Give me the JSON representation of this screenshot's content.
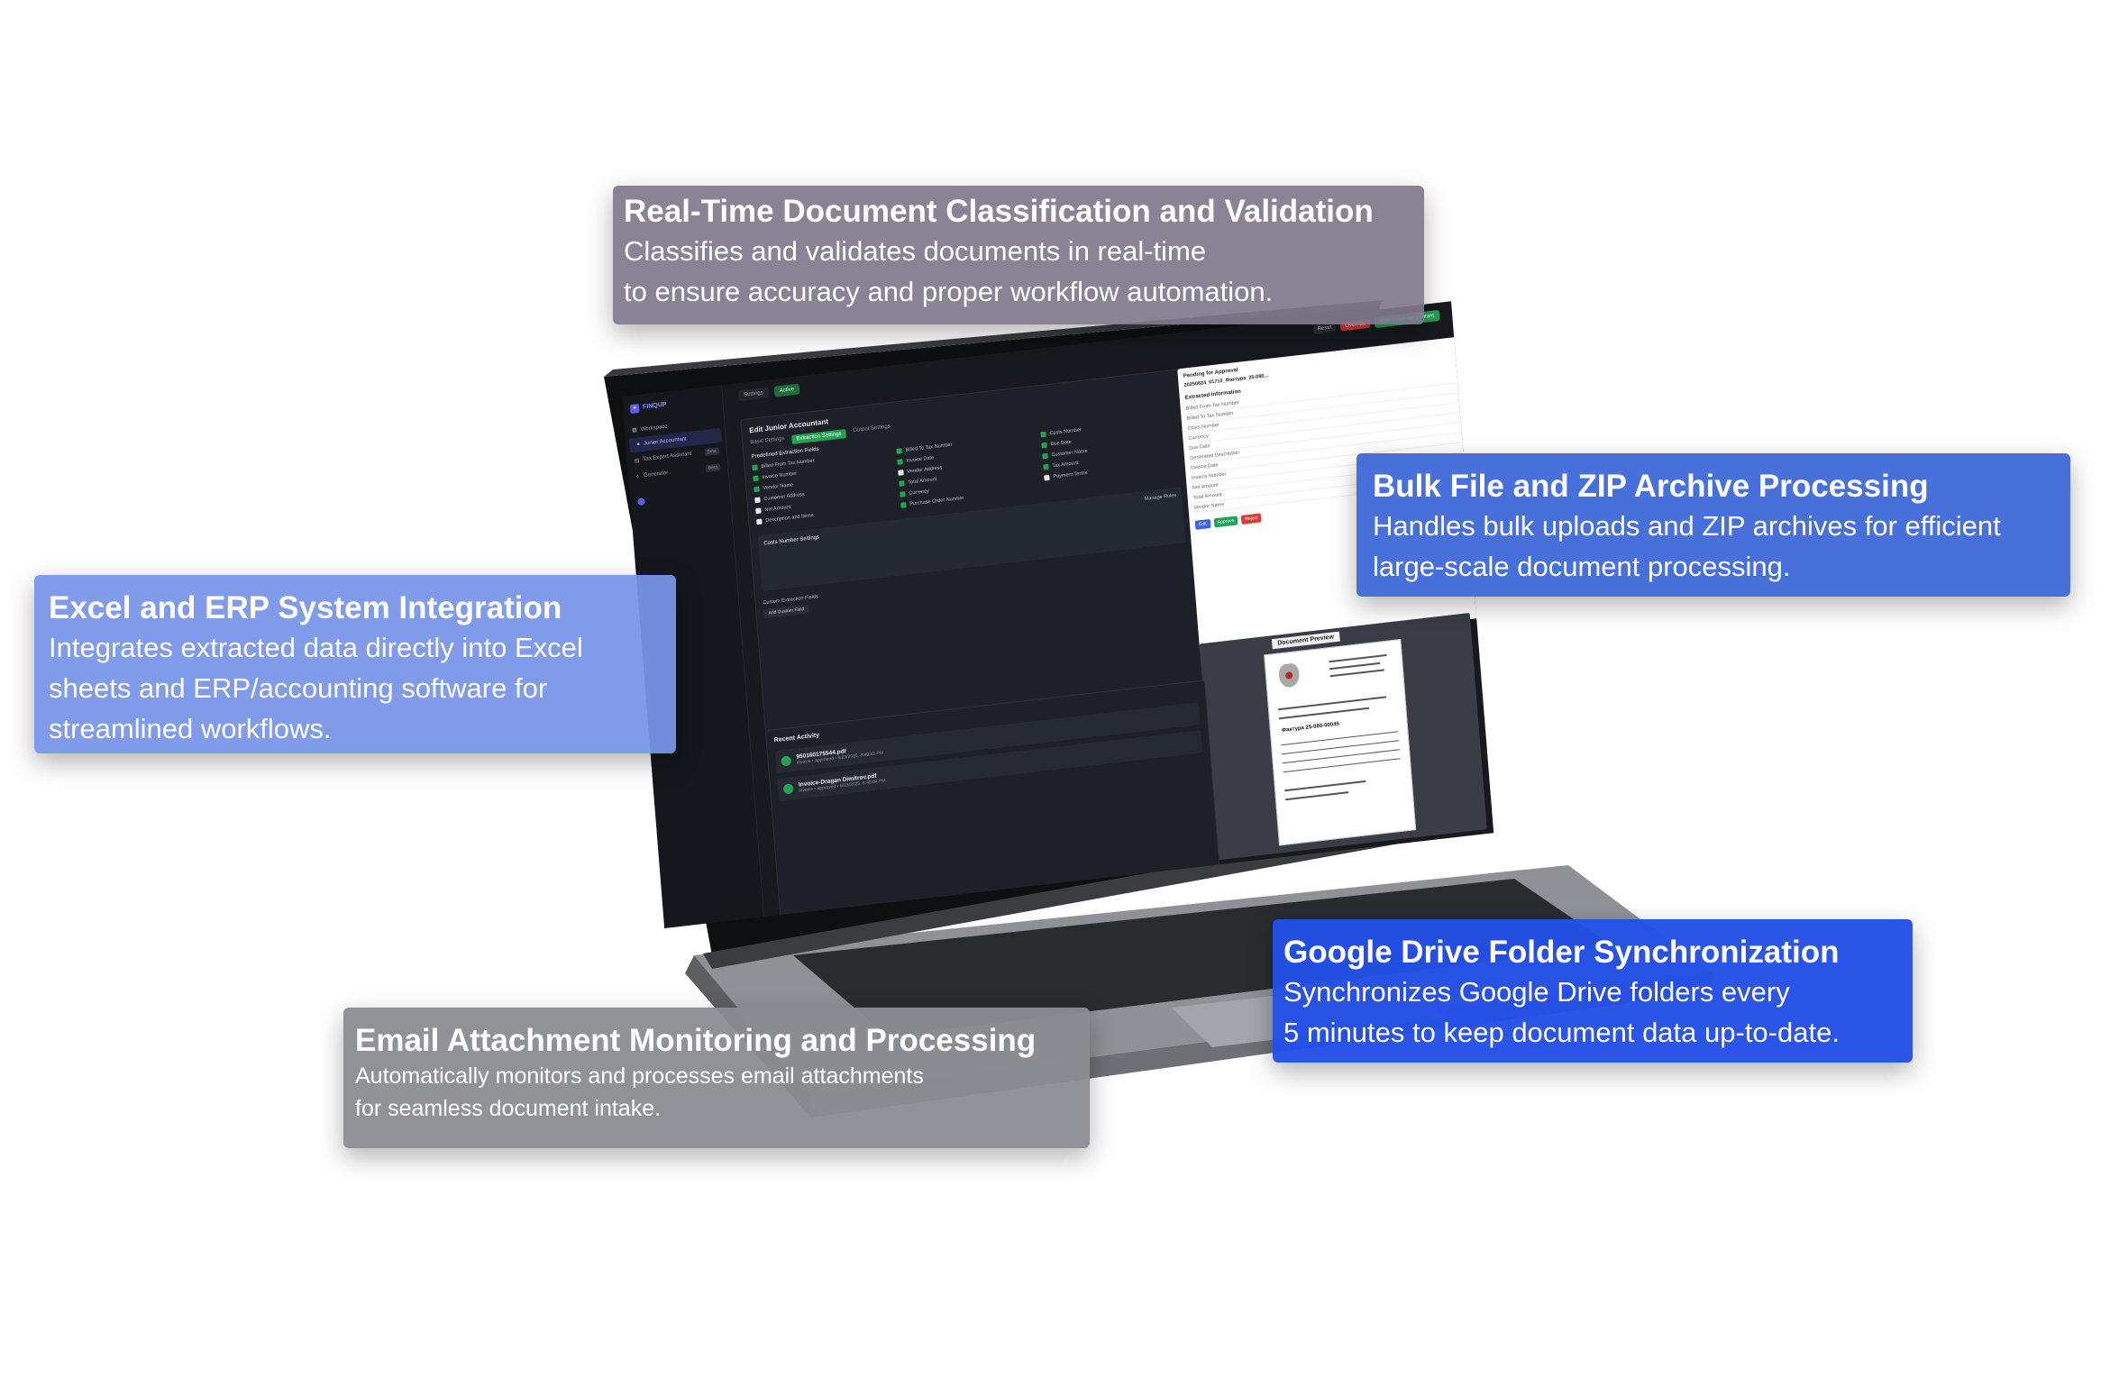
{
  "callouts": {
    "realtime": {
      "title": "Real-Time Document Classification and Validation",
      "body": "Classifies and validates documents in real-time\nto ensure accuracy and proper workflow automation."
    },
    "bulk": {
      "title": "Bulk File and ZIP Archive Processing",
      "body": "Handles bulk uploads and ZIP archives for efficient\nlarge-scale document processing."
    },
    "excel": {
      "title": "Excel and ERP System Integration",
      "body": "Integrates extracted data directly into Excel\nsheets and ERP/accounting software for\nstreamlined workflows."
    },
    "email": {
      "title": "Email Attachment Monitoring and Processing",
      "body": "Automatically monitors and processes email attachments\nfor seamless document intake."
    },
    "gdrive": {
      "title": "Google Drive Folder Synchronization",
      "body": "Synchronizes Google Drive folders every\n5 minutes to keep document data up-to-date."
    }
  },
  "app": {
    "brand": "FINQUP",
    "sidebar": [
      {
        "label": "Workspace"
      },
      {
        "label": "Junior Accountant"
      },
      {
        "label": "Tax Expert Assistant",
        "badge": "Beta"
      },
      {
        "label": "Generator",
        "badge": "Beta"
      }
    ],
    "tabs": [
      "Settings",
      "Active"
    ],
    "top_buttons": {
      "primary": "Edit Junior Accountant",
      "secondary": "Reset",
      "danger": "Override"
    },
    "editor": {
      "title": "Edit Junior Accountant",
      "subtabs": [
        "Basic Settings",
        "Extraction Settings",
        "Output Settings"
      ],
      "section": "Predefined Extraction Fields",
      "fields": [
        {
          "label": "Billed From Tax Number",
          "on": true
        },
        {
          "label": "Billed To Tax Number",
          "on": true
        },
        {
          "label": "Costs Number",
          "on": true
        },
        {
          "label": "Invoice Number",
          "on": true
        },
        {
          "label": "Invoice Date",
          "on": true
        },
        {
          "label": "Due Date",
          "on": true
        },
        {
          "label": "Vendor Name",
          "on": true
        },
        {
          "label": "Vendor Address",
          "on": false
        },
        {
          "label": "Customer Name",
          "on": true
        },
        {
          "label": "Customer Address",
          "on": false
        },
        {
          "label": "Total Amount",
          "on": true
        },
        {
          "label": "Tax Amount",
          "on": true
        },
        {
          "label": "Net Amount",
          "on": false
        },
        {
          "label": "Currency",
          "on": true
        },
        {
          "label": "Payment Terms",
          "on": false
        },
        {
          "label": "Description and Items",
          "on": false
        },
        {
          "label": "Purchase Order Number",
          "on": true
        }
      ],
      "costs_title": "Costs Number Settings",
      "manage_rules": "Manage Rules",
      "custom_title": "Custom Extraction Fields",
      "add_field": "Add Custom Field"
    },
    "approval": {
      "title": "Pending for Approval",
      "doc_id": "20250624_01710_Фактура_25-080...",
      "info_title": "Extracted Information",
      "rows": [
        "Billed From Tax Number",
        "Billed To Tax Number",
        "Costs Number",
        "Currency",
        "Due Date",
        "Generated Description",
        "Invoice Date",
        "Invoice Number",
        "Net Amount",
        "Total Amount",
        "Vendor Name"
      ],
      "actions": [
        "Edit",
        "Approve",
        "Reject"
      ]
    },
    "preview": {
      "title": "Document Preview",
      "doc_label": "Фактура 25-080-00045"
    },
    "recent": {
      "title": "Recent Activity",
      "items": [
        {
          "name": "950160175544.pdf",
          "meta": "invoice • approved • 6/23/2025, 8:49:43 PM"
        },
        {
          "name": "Invoice-Dragan Dimitrov.pdf",
          "meta": "invoice • approved • 6/23/2025, 8:49:04 PM"
        }
      ]
    }
  },
  "colors": {
    "realtime": "#80778c",
    "bulk": "#3e68d9",
    "excel": "#7795e8",
    "email": "#8b8c91",
    "gdrive": "#2350e6",
    "app_bg": "#17191f",
    "accent_green": "#22a352"
  }
}
